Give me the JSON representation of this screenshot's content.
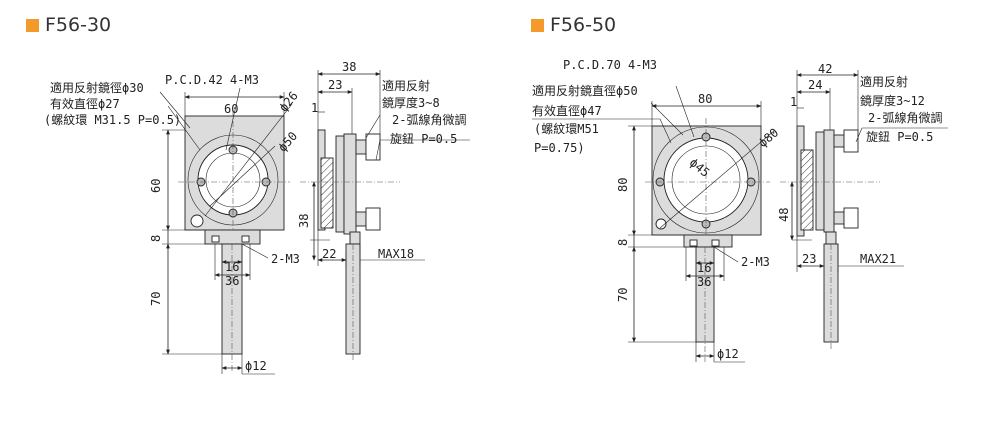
{
  "accent_color": "#f39a2b",
  "models": [
    {
      "title": "F56-30",
      "front": {
        "mirror_dia": "適用反射鏡徑ϕ30",
        "pcd": "P.C.D.42  4-M3",
        "eff_dia": "有效直徑ϕ27",
        "ring": "(螺紋環 M31.5 P=0.5)",
        "width": "60",
        "dia_a": "ϕ26",
        "dia_b": "ϕ50",
        "height": "60",
        "base_h": "8",
        "post_len": "70",
        "dim16": "16",
        "dim36": "36",
        "tap": "2-M3",
        "post_dia": "ϕ12"
      },
      "side": {
        "d38": "38",
        "d23": "23",
        "d1": "1",
        "thick_1": "適用反射",
        "thick_2": "鏡厚度3~8",
        "adj_1": "2-弧線角微調",
        "adj_2": "旋鈕 P=0.5",
        "h38": "38",
        "d22": "22",
        "max": "MAX18"
      }
    },
    {
      "title": "F56-50",
      "front": {
        "pcd": "P.C.D.70 4-M3",
        "mirror_dia": "適用反射鏡直徑ϕ50",
        "eff_dia": "有效直徑ϕ47",
        "ring_1": "(螺紋環M51",
        "ring_2": "P=0.75)",
        "width": "80",
        "dia_a": "ϕ45",
        "dia_b": "ϕ80",
        "height": "80",
        "base_h": "8",
        "post_len": "70",
        "dim16": "16",
        "dim36": "36",
        "tap": "2-M3",
        "post_dia": "ϕ12"
      },
      "side": {
        "d42": "42",
        "d24": "24",
        "d1": "1",
        "thick_1": "適用反射",
        "thick_2": "鏡厚度3~12",
        "adj_1": "2-弧線角微調",
        "adj_2": "旋鈕 P=0.5",
        "h48": "48",
        "d23": "23",
        "max": "MAX21"
      }
    }
  ]
}
